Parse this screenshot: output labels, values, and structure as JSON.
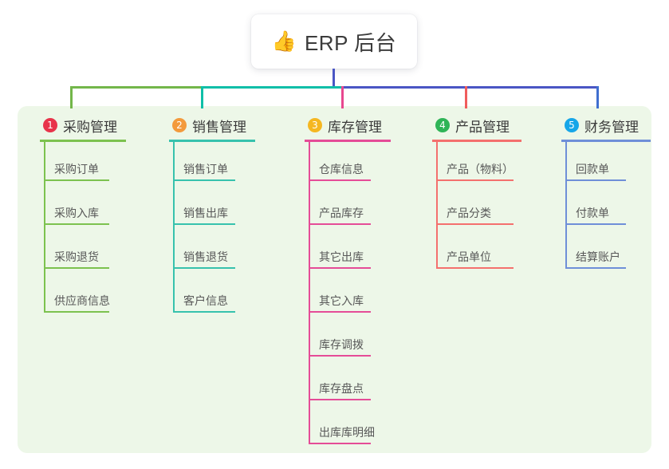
{
  "root": {
    "icon": "thumbs-up-icon",
    "icon_glyph": "👍",
    "title": "ERP 后台"
  },
  "colors": {
    "panel_bg": "#edf7e8",
    "trunk": "#4a56c4",
    "bus_green": "#73b64a",
    "bus_teal": "#0fbfa8",
    "bus_indigo": "#4a56c4",
    "drop_green": "#73b64a",
    "drop_teal": "#0fbfa8",
    "drop_pink": "#e8478f",
    "drop_red": "#f05c5c",
    "drop_blue": "#3f6fd0"
  },
  "columns": [
    {
      "number": "1",
      "title": "采购管理",
      "badge_color": "#e8334a",
      "line_color": "#7cc24f",
      "items": [
        {
          "label": "采购订单"
        },
        {
          "label": "采购入库"
        },
        {
          "label": "采购退货"
        },
        {
          "label": "供应商信息"
        }
      ]
    },
    {
      "number": "2",
      "title": "销售管理",
      "badge_color": "#f39a3c",
      "line_color": "#37c2ad",
      "items": [
        {
          "label": "销售订单"
        },
        {
          "label": "销售出库"
        },
        {
          "label": "销售退货"
        },
        {
          "label": "客户信息"
        }
      ]
    },
    {
      "number": "3",
      "title": "库存管理",
      "badge_color": "#f5b721",
      "line_color": "#e54c97",
      "items": [
        {
          "label": "仓库信息"
        },
        {
          "label": "产品库存"
        },
        {
          "label": "其它出库"
        },
        {
          "label": "其它入库"
        },
        {
          "label": "库存调拨"
        },
        {
          "label": "库存盘点"
        },
        {
          "label": "出库库明细"
        }
      ]
    },
    {
      "number": "4",
      "title": "产品管理",
      "badge_color": "#2fb457",
      "line_color": "#f4706e",
      "items": [
        {
          "label": "产品（物料）"
        },
        {
          "label": "产品分类"
        },
        {
          "label": "产品单位"
        }
      ]
    },
    {
      "number": "5",
      "title": "财务管理",
      "badge_color": "#16a6e8",
      "line_color": "#6f8fd8",
      "items": [
        {
          "label": "回款单"
        },
        {
          "label": "付款单"
        },
        {
          "label": "结算账户"
        }
      ]
    }
  ]
}
